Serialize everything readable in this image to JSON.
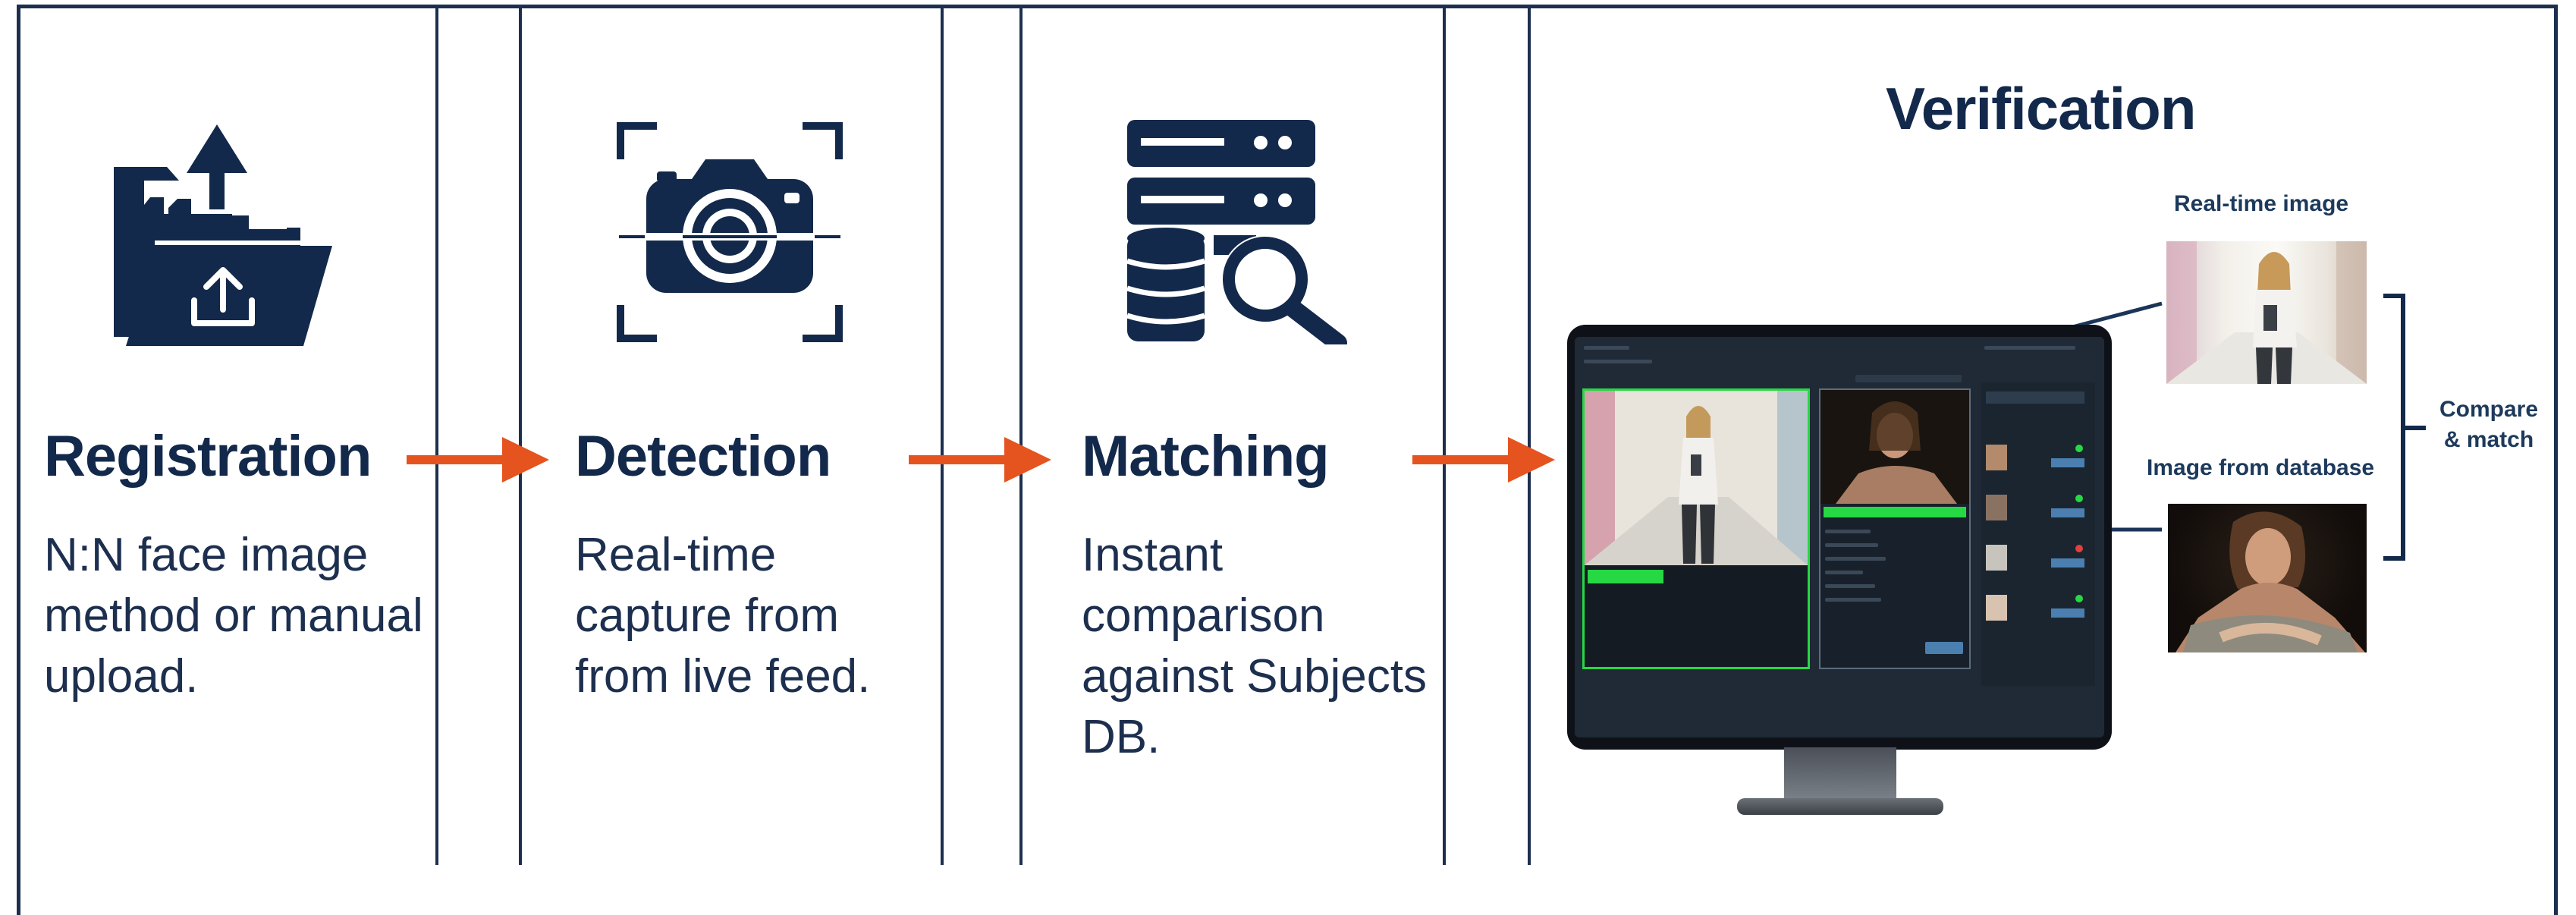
{
  "panels": [
    {
      "title": "Registration",
      "description": "N:N face image method or manual upload.",
      "icon": "folder-upload-icon"
    },
    {
      "title": "Detection",
      "description": "Real-time capture from from live feed.",
      "icon": "camera-scan-icon"
    },
    {
      "title": "Matching",
      "description": "Instant comparison against Subjects DB.",
      "icon": "database-search-icon"
    }
  ],
  "verification": {
    "title": "Verification",
    "realtime_label": "Real-time image",
    "database_label": "Image from database",
    "compare_label": "Compare & match",
    "icon": "monitor-icon"
  },
  "colors": {
    "navy": "#13294b",
    "arrow": "#e5531f",
    "screen_green": "#27d845"
  }
}
